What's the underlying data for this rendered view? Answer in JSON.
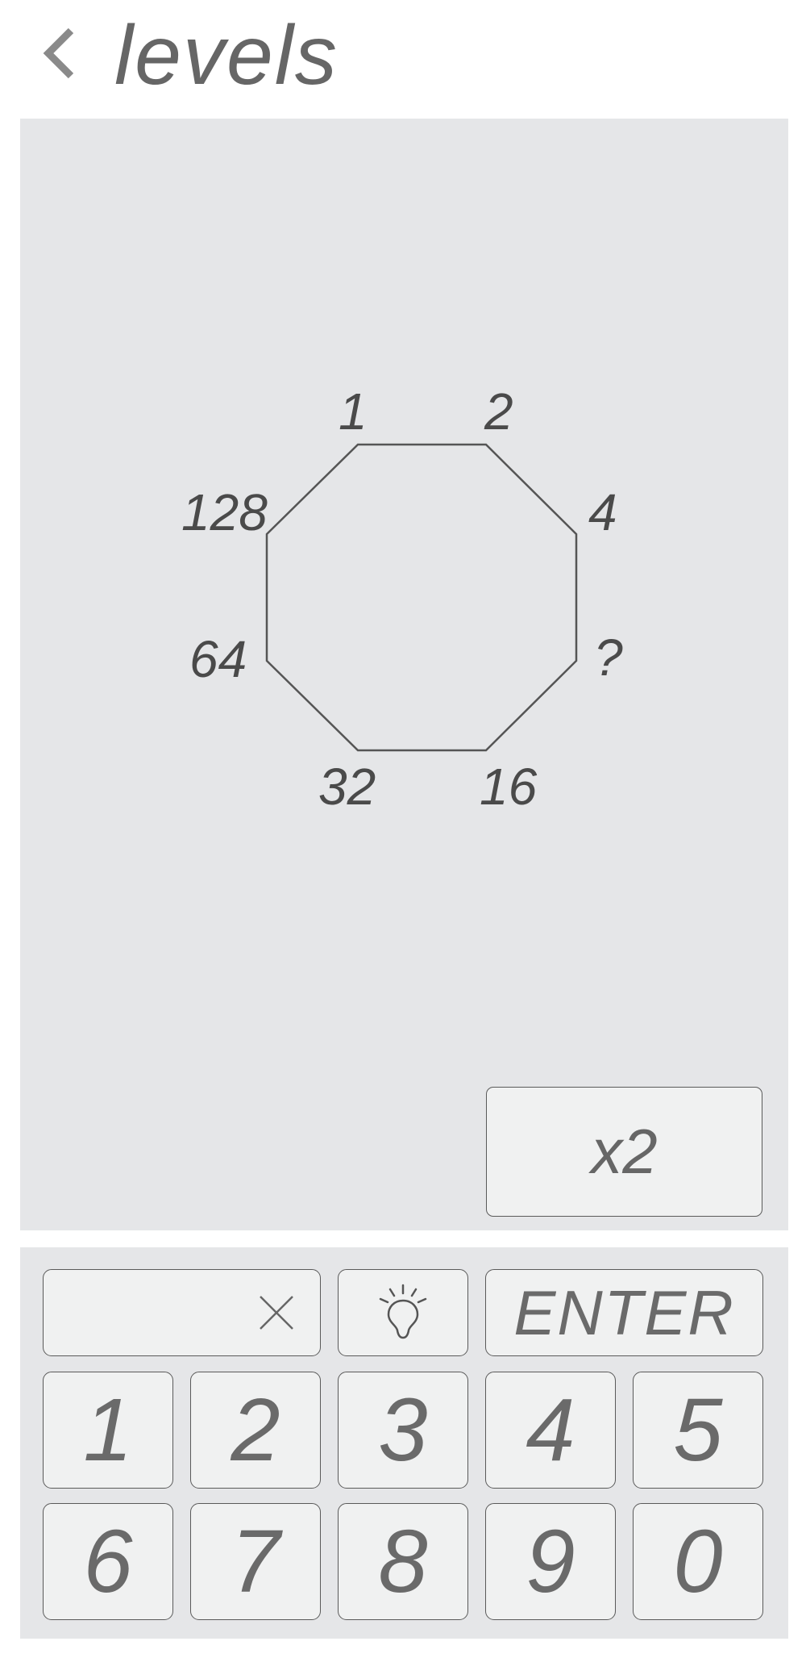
{
  "header": {
    "back_icon": "chevron-left-icon",
    "title": "levels"
  },
  "puzzle": {
    "shape": "octagon",
    "labels": {
      "top_left": "1",
      "top_right": "2",
      "right_top": "4",
      "right_bottom": "?",
      "bottom_right": "16",
      "bottom_left": "32",
      "left_bottom": "64",
      "left_top": "128"
    },
    "hint_text": "x2"
  },
  "keypad": {
    "input_value": "",
    "clear_icon": "close-icon",
    "hint_icon": "lightbulb-icon",
    "enter_label": "ENTER",
    "digits": [
      "1",
      "2",
      "3",
      "4",
      "5",
      "6",
      "7",
      "8",
      "9",
      "0"
    ]
  },
  "colors": {
    "panel_background": "#e5e6e8",
    "key_background": "#f0f1f1",
    "line_color": "#5a5a5a",
    "text_color": "#666666"
  }
}
